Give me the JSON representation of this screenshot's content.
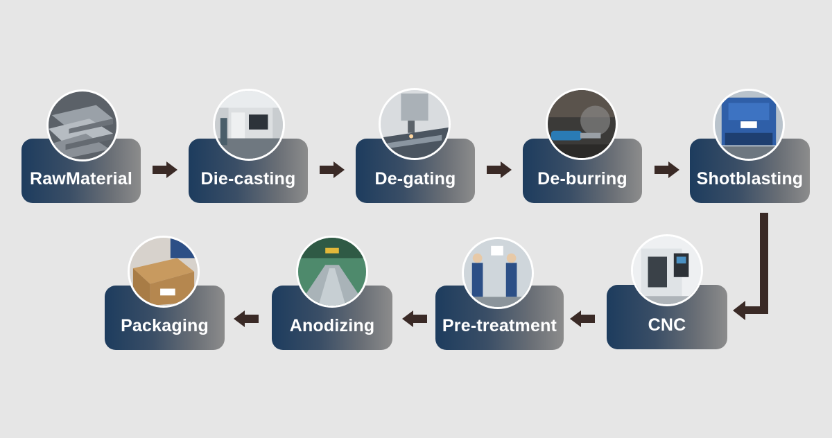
{
  "steps": [
    {
      "label": "RawMaterial",
      "photo": "metal-ingots-photo"
    },
    {
      "label": "Die-casting",
      "photo": "die-casting-machine-photo"
    },
    {
      "label": "De-gating",
      "photo": "degating-machine-photo"
    },
    {
      "label": "De-burring",
      "photo": "deburring-worker-photo"
    },
    {
      "label": "Shotblasting",
      "photo": "shotblasting-machine-photo"
    },
    {
      "label": "CNC",
      "photo": "cnc-machine-photo"
    },
    {
      "label": "Pre-treatment",
      "photo": "pretreatment-workers-photo"
    },
    {
      "label": "Anodizing",
      "photo": "anodizing-line-photo"
    },
    {
      "label": "Packaging",
      "photo": "packaging-box-photo"
    }
  ],
  "colors": {
    "background": "#e6e6e6",
    "box_start": "#1d3c5e",
    "box_end": "#8c8c8c",
    "arrow": "#3a2a26",
    "label": "#ffffff"
  }
}
